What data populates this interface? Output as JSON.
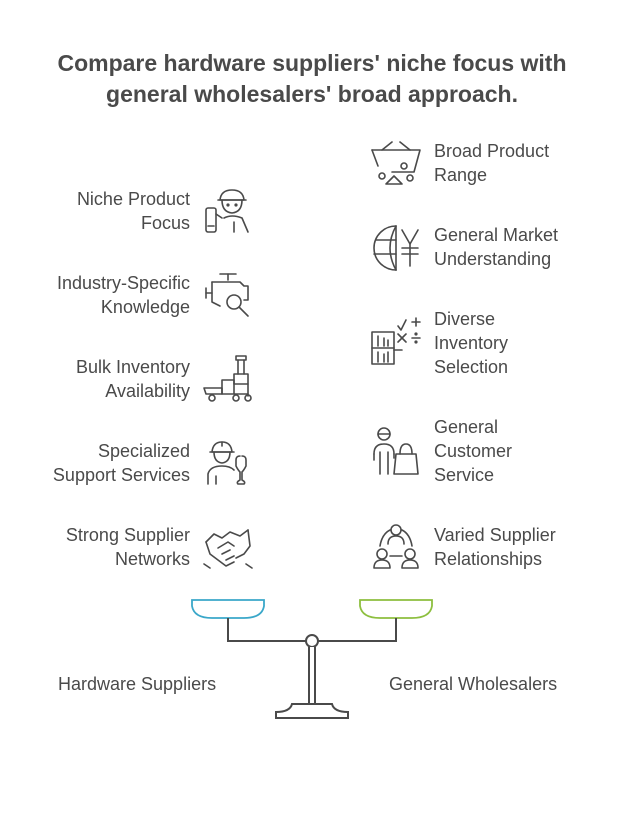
{
  "title": {
    "line1": "Compare hardware suppliers' niche focus with",
    "line2": "general wholesalers' broad approach."
  },
  "left_items": [
    {
      "line1": "Niche Product",
      "line2": "Focus",
      "icon": "worker-with-phone-icon"
    },
    {
      "line1": "Industry-Specific",
      "line2": "Knowledge",
      "icon": "engine-magnifier-icon"
    },
    {
      "line1": "Bulk Inventory",
      "line2": "Availability",
      "icon": "forklift-icon"
    },
    {
      "line1": "Specialized",
      "line2": "Support Services",
      "icon": "technician-wrench-icon"
    },
    {
      "line1": "Strong Supplier",
      "line2": "Networks",
      "icon": "handshake-icon"
    }
  ],
  "right_items": [
    {
      "line1": "Broad Product",
      "line2": "Range",
      "line3": "",
      "icon": "basket-icon"
    },
    {
      "line1": "General Market",
      "line2": "Understanding",
      "line3": "",
      "icon": "globe-yen-icon"
    },
    {
      "line1": "Diverse",
      "line2": "Inventory",
      "line3": "Selection",
      "icon": "calculator-shelf-icon"
    },
    {
      "line1": "General",
      "line2": "Customer",
      "line3": "Service",
      "icon": "person-shopping-bag-icon"
    },
    {
      "line1": "Varied Supplier",
      "line2": "Relationships",
      "line3": "",
      "icon": "people-network-icon"
    }
  ],
  "scale": {
    "left_label": "Hardware Suppliers",
    "right_label": "General Wholesalers",
    "left_color": "#3aa7c9",
    "right_color": "#8dbf3f",
    "stroke_color": "#4a4a4a"
  }
}
